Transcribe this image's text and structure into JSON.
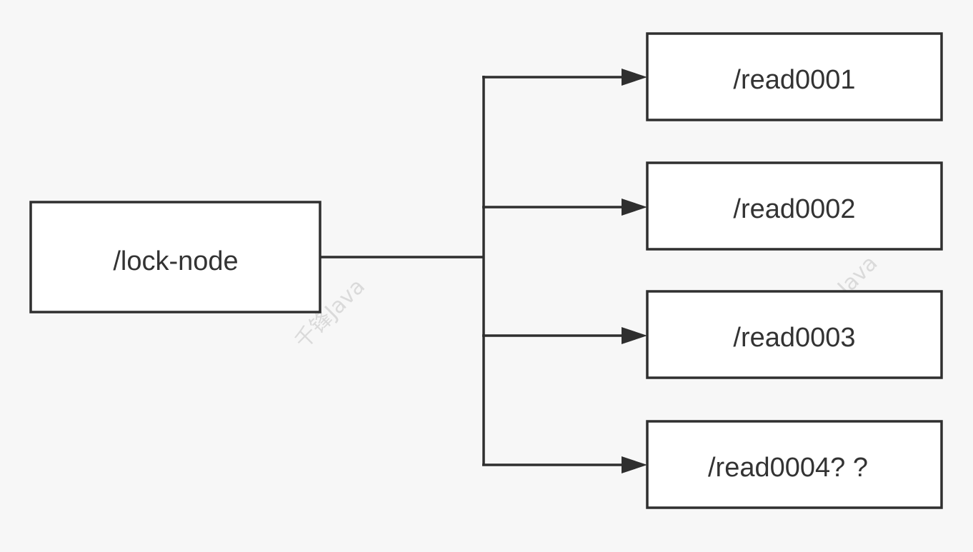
{
  "diagram": {
    "root": {
      "label": "/lock-node"
    },
    "children": [
      {
        "label": "/read0001"
      },
      {
        "label": "/read0002"
      },
      {
        "label": "/read0003"
      },
      {
        "label": "/read0004? ?"
      }
    ],
    "watermarks": [
      {
        "text": "千锋Java"
      },
      {
        "text": "Java"
      }
    ]
  },
  "colors": {
    "background": "#f7f7f7",
    "box_fill": "#ffffff",
    "stroke": "#2f2f2f",
    "text": "#333333",
    "watermark": "#d6d6d6"
  }
}
